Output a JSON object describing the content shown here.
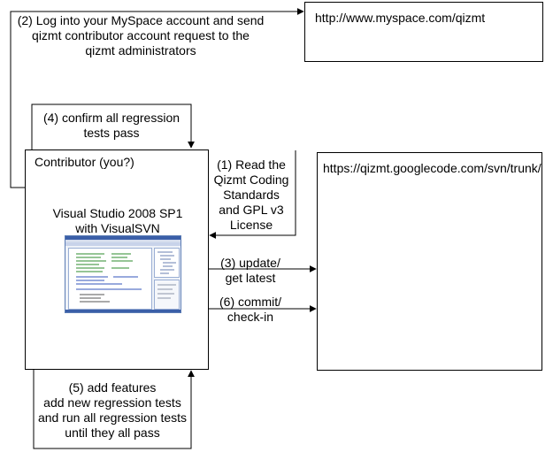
{
  "diagram": {
    "myspace_url": "http://www.myspace.com/qizmt",
    "svn_url": "https://qizmt.googlecode.com/svn/trunk/",
    "contributor_title": "Contributor (you?)",
    "ide_label": "Visual Studio 2008 SP1\nwith VisualSVN",
    "ide_screenshot_icon": "visual-studio-window",
    "step1": "(1) Read the\nQizmt Coding\nStandards\nand GPL v3\nLicense",
    "step2": "(2) Log into your MySpace account and send\nqizmt contributor account request to the\nqizmt administrators",
    "step3": "(3) update/\nget latest",
    "step4": "(4) confirm all regression\ntests pass",
    "step5": "(5) add features\nadd new regression tests\nand run all regression tests\nuntil they all pass",
    "step6": "(6) commit/\ncheck-in"
  }
}
